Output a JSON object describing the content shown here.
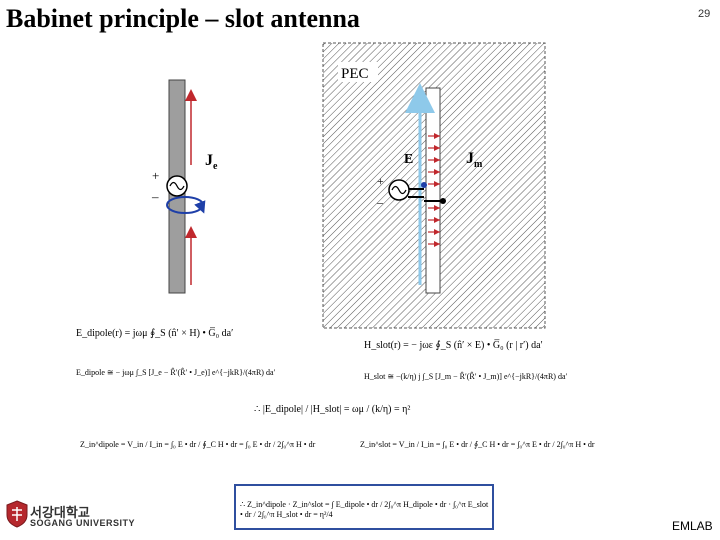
{
  "slide": {
    "title": "Babinet principle – slot antenna",
    "page_number": "29",
    "footer": "EMLAB"
  },
  "logo": {
    "korean": "서강대학교",
    "english": "SOGANG UNIVERSITY"
  },
  "diagram": {
    "pec_label": "PEC",
    "je_label": "J",
    "je_sub": "e",
    "jm_label": "J",
    "jm_sub": "m",
    "e_label": "E",
    "plus": "+",
    "minus": "–",
    "colors": {
      "current_arrow": "#c0282d",
      "loop": "#1e3fa8",
      "field_arrow": "#8ec9ea",
      "dipole_fill": "#9e9e9e",
      "slot_fill": "#ffffff"
    }
  },
  "equations": {
    "dipole_field": "E_dipole(r) = jωμ ∮_S (n̂′ × H) • G̅₀ da′",
    "slot_field": "H_slot(r) = − jωε ∮_S (n̂′ × E) • G̅₀ (r | r′) da′",
    "dipole_far": "E_dipole ≅ − jωμ ∫_S [J_e − R̂′(R̂′ • J_e)] e^{−jkR}/(4πR) da′",
    "slot_far": "H_slot ≅ −(k/η) j ∫_S [J_m − R̂′(R̂′ • J_m)] e^{−jkR}/(4πR) da′",
    "ratio": "∴ |E_dipole| / |H_slot| = ωμ / (k/η) = η²",
    "z_dipole": "Z_in^dipole = V_in / I_in = ∫₀ E • dr / ∮_C H • dr = ∫₀ E • dr / 2∫₀^π H • dr",
    "z_slot": "Z_in^slot = V_in / I_in = ∫₀ E • dr / ∮_C H • dr = ∫₀^π E • dr / 2∫₀^π H • dr",
    "boxed_product": "∴ Z_in^dipole · Z_in^slot = ∫ E_dipole • dr / 2∫₀^π H_dipole • dr · ∫₀^π E_slot • dr / 2∫₀^π H_slot • dr = η²/4"
  }
}
